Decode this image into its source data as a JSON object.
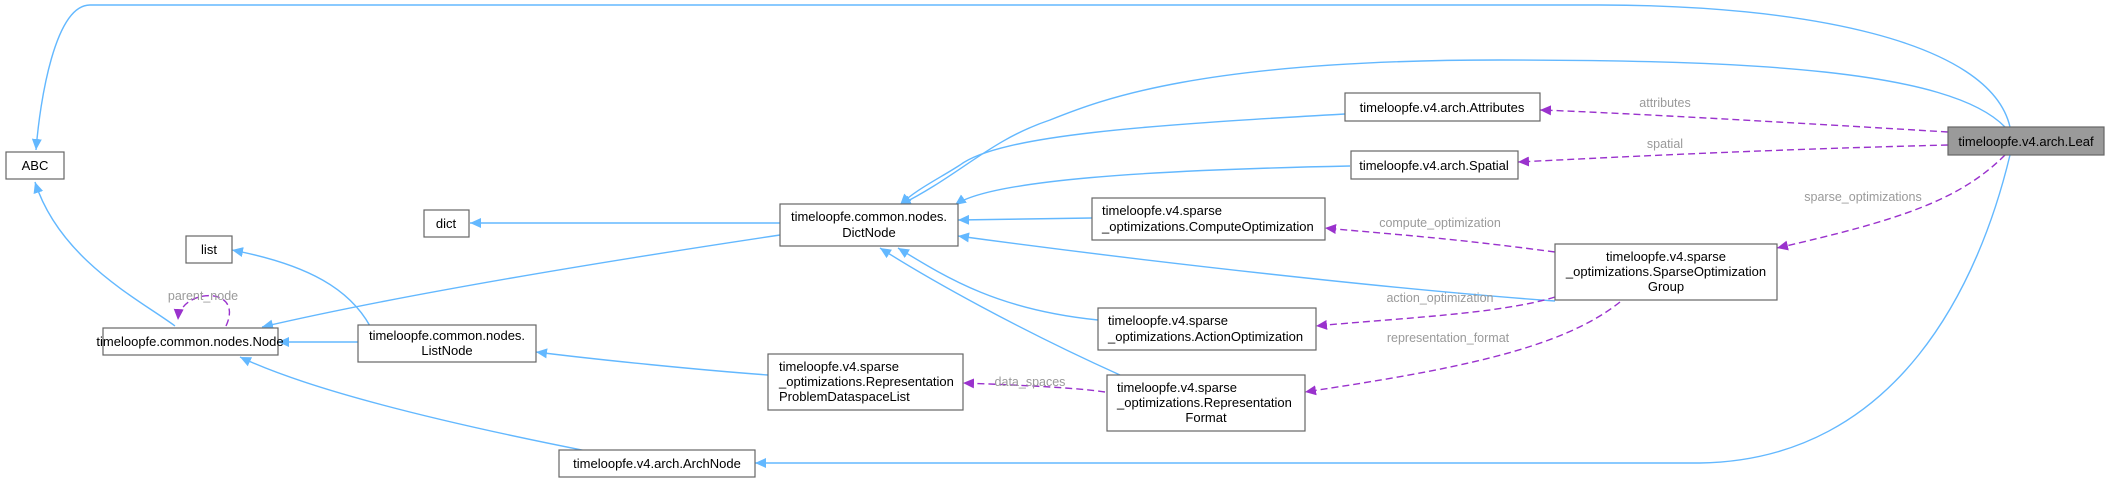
{
  "nodes": {
    "abc": {
      "lines": [
        "ABC"
      ]
    },
    "dict": {
      "lines": [
        "dict"
      ]
    },
    "list": {
      "lines": [
        "list"
      ]
    },
    "node": {
      "lines": [
        "timeloopfe.common.nodes.Node"
      ]
    },
    "listnode": {
      "lines": [
        "timeloopfe.common.nodes.",
        "ListNode"
      ]
    },
    "dictnode": {
      "lines": [
        "timeloopfe.common.nodes.",
        "DictNode"
      ]
    },
    "archnode": {
      "lines": [
        "timeloopfe.v4.arch.ArchNode"
      ]
    },
    "attributes": {
      "lines": [
        "timeloopfe.v4.arch.Attributes"
      ]
    },
    "spatial": {
      "lines": [
        "timeloopfe.v4.arch.Spatial"
      ]
    },
    "leaf": {
      "lines": [
        "timeloopfe.v4.arch.Leaf"
      ]
    },
    "compute_opt": {
      "lines": [
        "timeloopfe.v4.sparse",
        "_optimizations.ComputeOptimization"
      ]
    },
    "action_opt": {
      "lines": [
        "timeloopfe.v4.sparse",
        "_optimizations.ActionOptimization"
      ]
    },
    "rep_format": {
      "lines": [
        "timeloopfe.v4.sparse",
        "_optimizations.Representation",
        "Format"
      ]
    },
    "rep_list": {
      "lines": [
        "timeloopfe.v4.sparse",
        "_optimizations.Representation",
        "ProblemDataspaceList"
      ]
    },
    "sparse_group": {
      "lines": [
        "timeloopfe.v4.sparse",
        "_optimizations.SparseOptimization",
        "Group"
      ]
    }
  },
  "edge_labels": {
    "parent_node": "parent_node",
    "attributes": "attributes",
    "spatial": "spatial",
    "sparse_optimizations": "sparse_optimizations",
    "compute_optimization": "compute_optimization",
    "action_optimization": "action_optimization",
    "representation_format": "representation_format",
    "data_spaces": "data_spaces"
  },
  "colors": {
    "inheritance_edge": "#63b8ff",
    "member_edge": "#9a32cd",
    "edge_label": "#9a9a9a",
    "node_border": "#666666",
    "focus_node_fill": "#9a9a9a"
  }
}
